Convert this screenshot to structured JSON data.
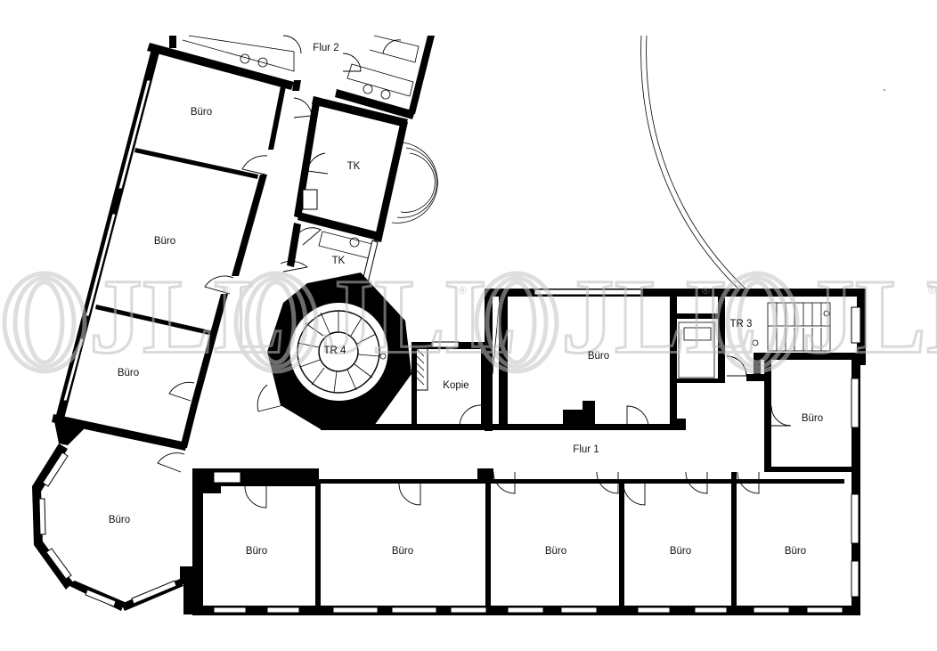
{
  "rooms": {
    "flur2": "Flur 2",
    "buero_nw1": "Büro",
    "buero_nw2": "Büro",
    "buero_nw3": "Büro",
    "tk1": "TK",
    "tk2": "TK",
    "tr4": "TR 4",
    "kopie": "Kopie",
    "buero_center": "Büro",
    "tr3": "TR 3",
    "buero_east": "Büro",
    "flur1": "Flur 1",
    "buero_round": "Büro",
    "buero_s1": "Büro",
    "buero_s2": "Büro",
    "buero_s3": "Büro",
    "buero_s4": "Büro",
    "buero_s5": "Büro"
  },
  "watermark": {
    "brand": "JLL",
    "registered": "®"
  }
}
